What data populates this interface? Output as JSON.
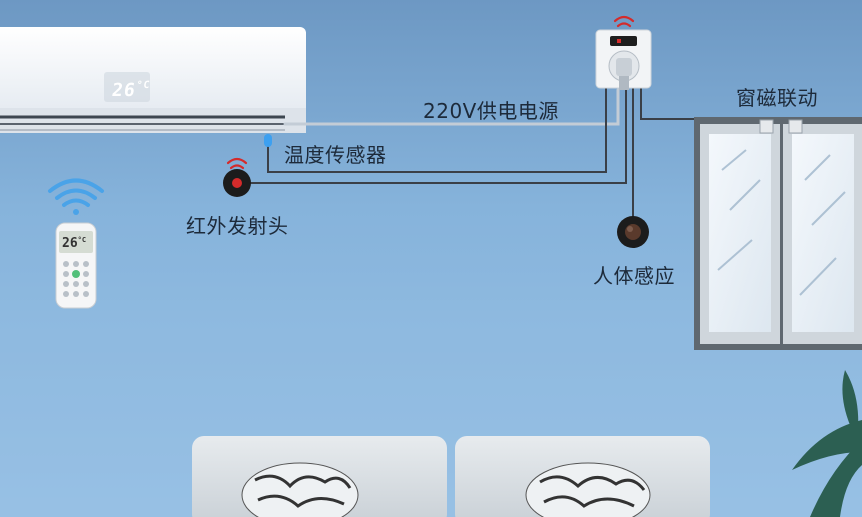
{
  "labels": {
    "power_supply": "220V供电电源",
    "temperature_sensor": "温度传感器",
    "ir_emitter": "红外发射头",
    "human_body_sensor": "人体感应",
    "window_magnet_link": "窗磁联动"
  },
  "ac_display": {
    "value": "26",
    "unit": "°C"
  },
  "remote_display": {
    "value": "26",
    "unit": "°C"
  },
  "icons": {
    "wifi": "wifi-icon",
    "signal": "wireless-signal-icon"
  },
  "colors": {
    "wall": "#86b3db",
    "signal_red": "#d42b2b",
    "remote_wifi": "#4aa3e8",
    "wire": "#3a3f47",
    "power_wire": "#b8c4cf"
  }
}
